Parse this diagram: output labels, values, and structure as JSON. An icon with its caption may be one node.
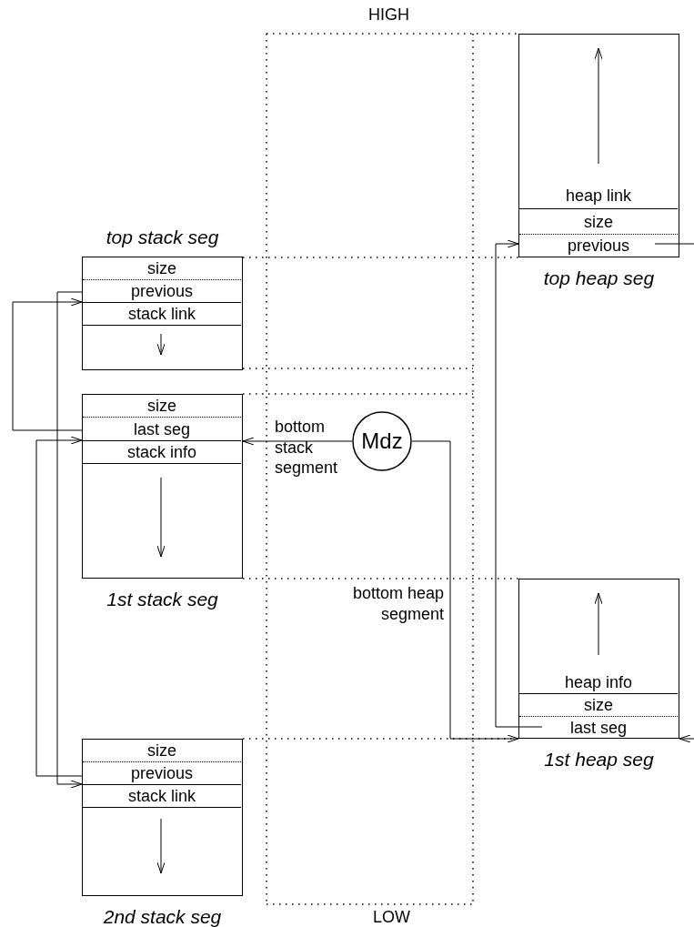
{
  "diagram": {
    "nodes": [
      {
        "text": [
          "top stack seg"
        ]
      },
      {
        "text": [
          "size"
        ],
        "in": 0
      },
      {
        "text": [
          "previous"
        ],
        "in": 0
      },
      {
        "text": [
          "stack link"
        ],
        "in": 0
      },
      {
        "text": [
          "1st stack seg"
        ]
      },
      {
        "text": [
          "size"
        ],
        "in": 4
      },
      {
        "text": [
          "last seg"
        ],
        "in": 4
      },
      {
        "text": [
          "stack info"
        ],
        "in": 4
      },
      {
        "text": [
          "2nd stack seg"
        ]
      },
      {
        "text": [
          "size"
        ],
        "in": 8
      },
      {
        "text": [
          "previous"
        ],
        "in": 8
      },
      {
        "text": [
          "stack link"
        ],
        "in": 8
      },
      {
        "text": [
          "Mdz"
        ]
      },
      {
        "text": [
          "top heap seg"
        ]
      },
      {
        "text": [
          "heap link"
        ],
        "in": 13
      },
      {
        "text": [
          "size"
        ],
        "in": 13
      },
      {
        "text": [
          "previous"
        ],
        "in": 13
      },
      {
        "text": [
          "1st heap seg"
        ]
      },
      {
        "text": [
          "heap info"
        ],
        "in": 17
      },
      {
        "text": [
          "size"
        ],
        "in": 17
      },
      {
        "text": [
          "last seg"
        ],
        "in": 17
      }
    ],
    "edges": [
      {
        "from": 2,
        "to": 8,
        "arrow": "to"
      },
      {
        "from": 10,
        "to": 4,
        "arrow": "to"
      },
      {
        "from": 6,
        "to": 0,
        "arrow": "to"
      },
      {
        "from": 12,
        "to": 4,
        "arrow": "to",
        "label": "bottom stack segment"
      },
      {
        "from": 12,
        "to": 17,
        "arrow": "to",
        "label": "bottom heap segment"
      },
      {
        "from": 20,
        "to": 13,
        "arrow": "to"
      },
      {
        "from": 16,
        "to": null,
        "arrow": "none"
      },
      {
        "from": null,
        "to": 17,
        "arrow": "to"
      }
    ],
    "labels": [
      "HIGH",
      "LOW"
    ]
  }
}
